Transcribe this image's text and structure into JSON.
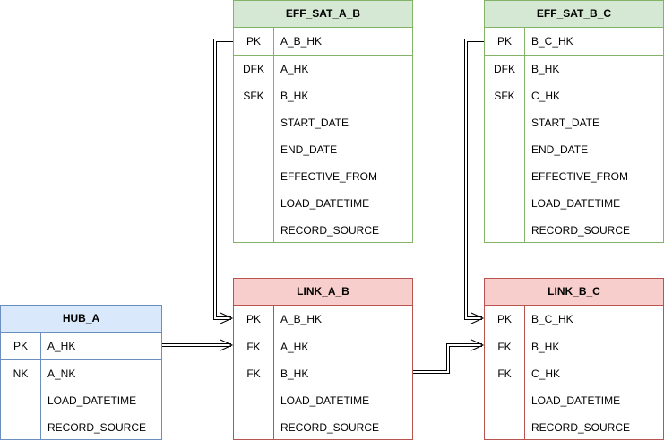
{
  "entities": {
    "eff_sat_a_b": {
      "title": "EFF_SAT_A_B",
      "key_rows": [
        {
          "key": "PK",
          "field": "A_B_HK"
        }
      ],
      "rows": [
        {
          "key": "DFK",
          "field": "A_HK"
        },
        {
          "key": "SFK",
          "field": "B_HK"
        },
        {
          "key": "",
          "field": "START_DATE"
        },
        {
          "key": "",
          "field": "END_DATE"
        },
        {
          "key": "",
          "field": "EFFECTIVE_FROM"
        },
        {
          "key": "",
          "field": "LOAD_DATETIME"
        },
        {
          "key": "",
          "field": "RECORD_SOURCE"
        }
      ]
    },
    "eff_sat_b_c": {
      "title": "EFF_SAT_B_C",
      "key_rows": [
        {
          "key": "PK",
          "field": "B_C_HK"
        }
      ],
      "rows": [
        {
          "key": "DFK",
          "field": "B_HK"
        },
        {
          "key": "SFK",
          "field": "C_HK"
        },
        {
          "key": "",
          "field": "START_DATE"
        },
        {
          "key": "",
          "field": "END_DATE"
        },
        {
          "key": "",
          "field": "EFFECTIVE_FROM"
        },
        {
          "key": "",
          "field": "LOAD_DATETIME"
        },
        {
          "key": "",
          "field": "RECORD_SOURCE"
        }
      ]
    },
    "link_a_b": {
      "title": "LINK_A_B",
      "key_rows": [
        {
          "key": "PK",
          "field": "A_B_HK"
        }
      ],
      "rows": [
        {
          "key": "FK",
          "field": "A_HK"
        },
        {
          "key": "FK",
          "field": "B_HK"
        },
        {
          "key": "",
          "field": "LOAD_DATETIME"
        },
        {
          "key": "",
          "field": "RECORD_SOURCE"
        }
      ]
    },
    "link_b_c": {
      "title": "LINK_B_C",
      "key_rows": [
        {
          "key": "PK",
          "field": "B_C_HK"
        }
      ],
      "rows": [
        {
          "key": "FK",
          "field": "B_HK"
        },
        {
          "key": "FK",
          "field": "C_HK"
        },
        {
          "key": "",
          "field": "LOAD_DATETIME"
        },
        {
          "key": "",
          "field": "RECORD_SOURCE"
        }
      ]
    },
    "hub_a": {
      "title": "HUB_A",
      "key_rows": [
        {
          "key": "PK",
          "field": "A_HK"
        }
      ],
      "rows": [
        {
          "key": "NK",
          "field": "A_NK"
        },
        {
          "key": "",
          "field": "LOAD_DATETIME"
        },
        {
          "key": "",
          "field": "RECORD_SOURCE"
        }
      ]
    }
  },
  "colors": {
    "sat_fill": "#d5e8d4",
    "sat_stroke": "#82b366",
    "link_fill": "#f8cecc",
    "link_stroke": "#b85450",
    "hub_fill": "#dae8fc",
    "hub_stroke": "#6c8ebf",
    "connector": "#000000"
  }
}
